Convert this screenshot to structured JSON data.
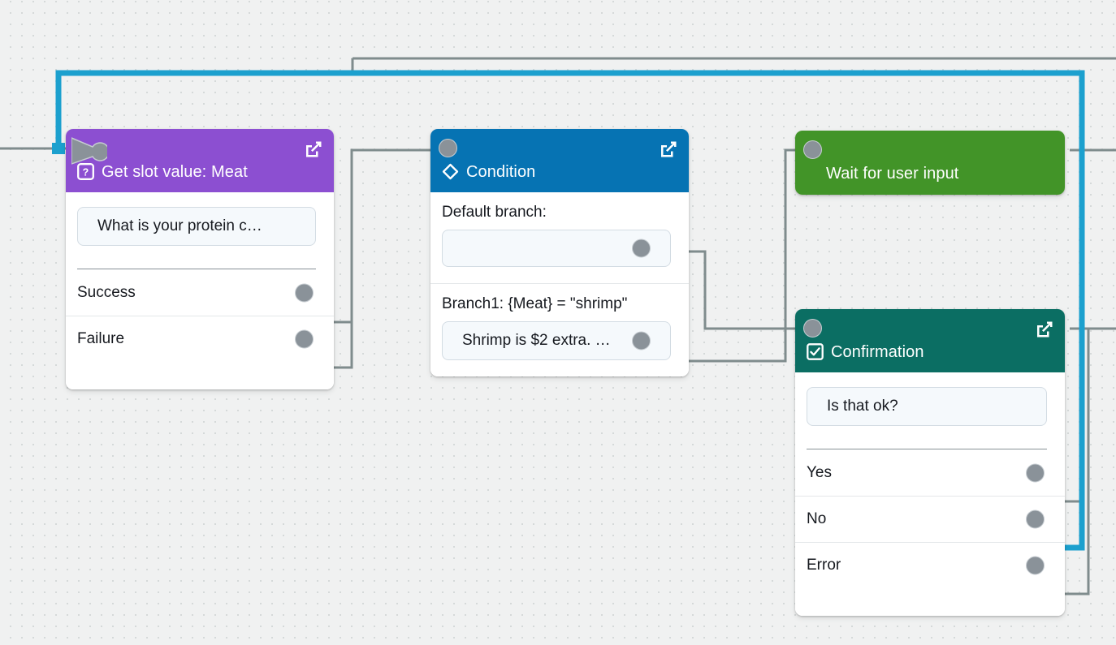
{
  "canvas": {
    "background_color": "#F0F1F1",
    "dot_color": "#D5D9D9",
    "highlight_color": "#1CA0CE",
    "wire_color": "#7F8C8D"
  },
  "nodes": [
    {
      "id": "get-slot-value-meat",
      "title": "Get slot value: Meat",
      "icon": "question-box-icon",
      "header_color": "#8C4FD1",
      "edit_icon": "edit-square-icon",
      "prompt": "What is your protein c…",
      "outputs": [
        "Success",
        "Failure"
      ]
    },
    {
      "id": "condition",
      "title": "Condition",
      "icon": "diamond-icon",
      "header_color": "#0673B3",
      "edit_icon": "edit-square-icon",
      "branches": [
        {
          "label": "Default branch:",
          "message": ""
        },
        {
          "label": "Branch1: {Meat} = \"shrimp\"",
          "message": "Shrimp is $2 extra. …"
        }
      ]
    },
    {
      "id": "wait-for-user-input",
      "title": "Wait for user input",
      "icon": "none",
      "header_color": "#429428",
      "collapsed": true
    },
    {
      "id": "confirmation",
      "title": "Confirmation",
      "icon": "checkbox-icon",
      "header_color": "#0B6E63",
      "edit_icon": "edit-square-icon",
      "prompt": "Is that ok?",
      "outputs": [
        "Yes",
        "No",
        "Error"
      ]
    }
  ]
}
